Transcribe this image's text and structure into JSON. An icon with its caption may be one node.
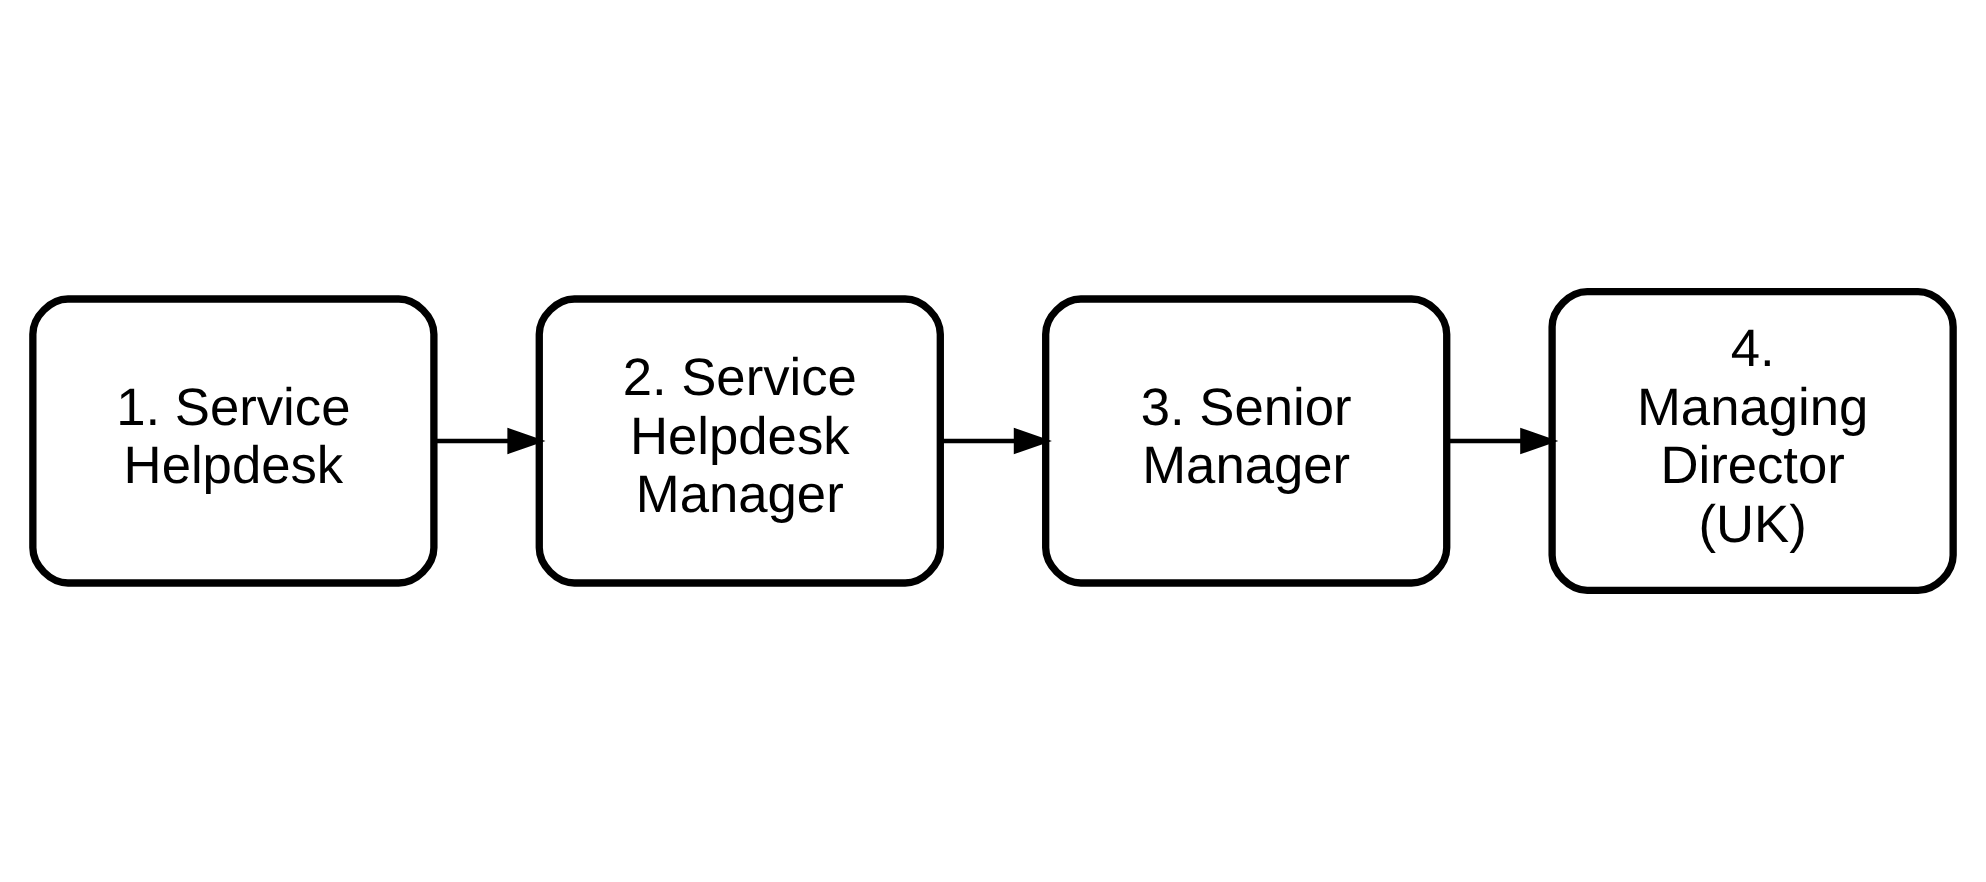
{
  "diagram": {
    "nodes": [
      {
        "text": [
          "1. Service Helpdesk"
        ]
      },
      {
        "text": [
          "2. Service Helpdesk Manager"
        ]
      },
      {
        "text": [
          "3. Senior Manager"
        ]
      },
      {
        "text": [
          "4. Managing Director (UK)"
        ]
      }
    ],
    "edges": [
      {
        "from": 0,
        "to": 1,
        "arrow": "to"
      },
      {
        "from": 1,
        "to": 2,
        "arrow": "to"
      },
      {
        "from": 2,
        "to": 3,
        "arrow": "to"
      }
    ]
  }
}
